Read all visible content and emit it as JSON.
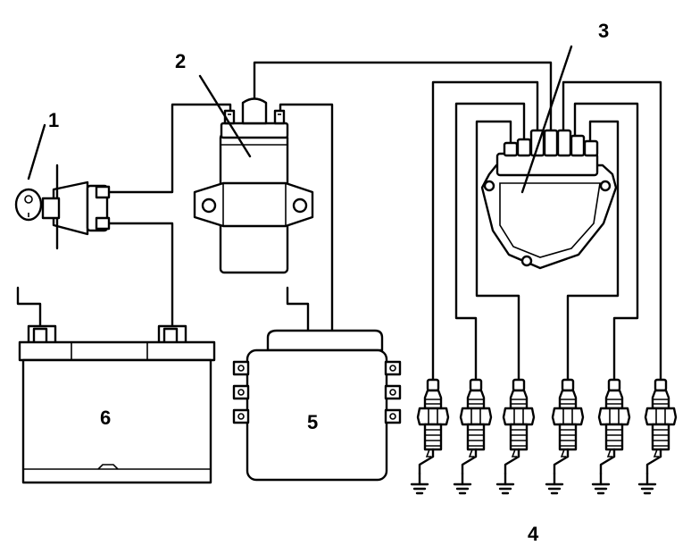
{
  "diagram": {
    "labels": {
      "ignition_switch": "1",
      "ignition_coil": "2",
      "distributor": "3",
      "spark_plugs": "4",
      "control_unit": "5",
      "battery": "6"
    }
  }
}
